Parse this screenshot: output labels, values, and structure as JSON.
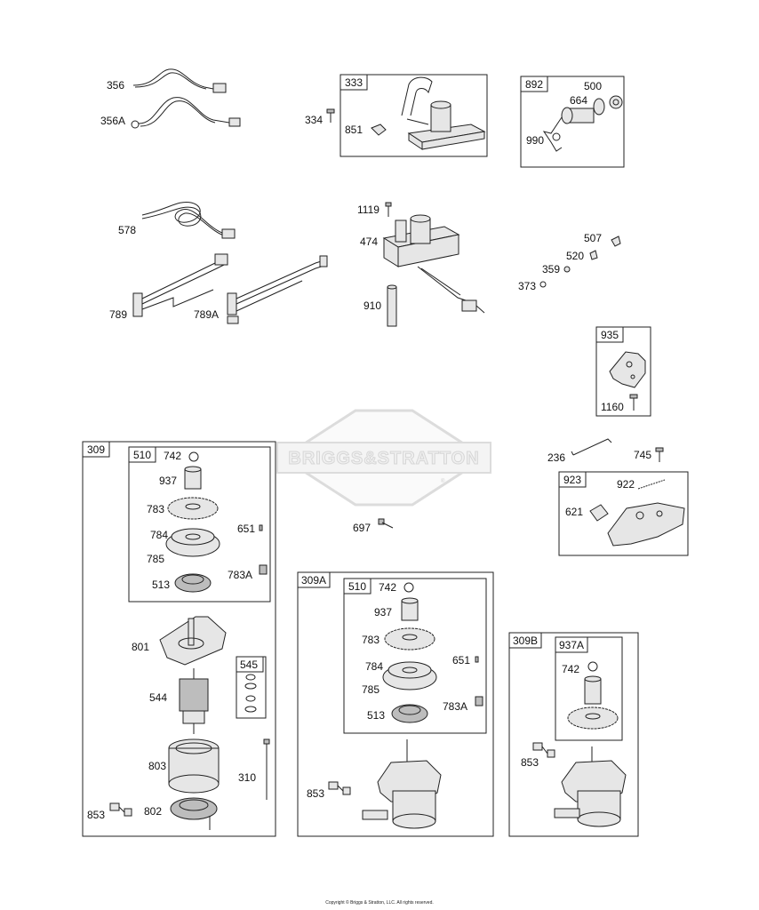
{
  "watermark": {
    "text": "BRIGGS&STRATTON",
    "trademark": "®"
  },
  "copyright": "Copyright © Briggs & Stratton, LLC. All rights reserved.",
  "groups": {
    "g333": "333",
    "g892": "892",
    "g935": "935",
    "g923": "923",
    "g309": "309",
    "g510a": "510",
    "g545": "545",
    "g309A": "309A",
    "g510b": "510",
    "g309B": "309B",
    "g937A": "937A"
  },
  "parts": {
    "p356": "356",
    "p356A": "356A",
    "p578": "578",
    "p789": "789",
    "p789A": "789A",
    "p334": "334",
    "p851": "851",
    "p500": "500",
    "p664": "664",
    "p990": "990",
    "p1119": "1119",
    "p474": "474",
    "p910": "910",
    "p507": "507",
    "p520": "520",
    "p359": "359",
    "p373": "373",
    "p1160": "1160",
    "p236": "236",
    "p745": "745",
    "p922": "922",
    "p621": "621",
    "p697": "697",
    "a742": "742",
    "a937": "937",
    "a783": "783",
    "a784": "784",
    "a785": "785",
    "a513": "513",
    "a651": "651",
    "a783A": "783A",
    "p801": "801",
    "p544": "544",
    "p803": "803",
    "p310": "310",
    "p853a": "853",
    "p802": "802",
    "b742": "742",
    "b937": "937",
    "b783": "783",
    "b784": "784",
    "b785": "785",
    "b513": "513",
    "b651": "651",
    "b783A": "783A",
    "p853b": "853",
    "c742": "742",
    "p853c": "853"
  }
}
